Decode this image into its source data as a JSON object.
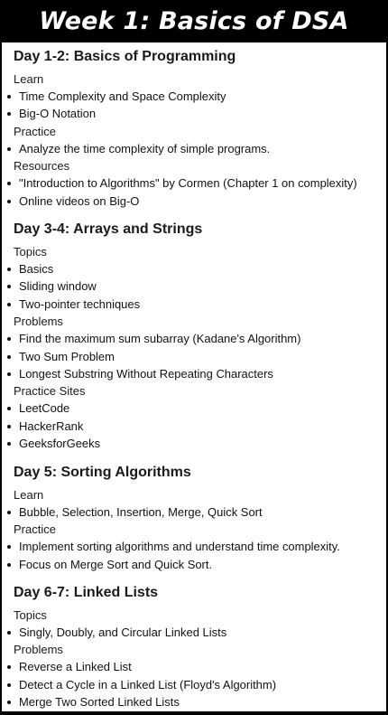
{
  "header": {
    "title": "Week 1: Basics of DSA"
  },
  "sections": [
    {
      "title": "Day 1-2: Basics of Programming",
      "groups": [
        {
          "label": "Learn",
          "items": [
            "Time Complexity and Space Complexity",
            "Big-O Notation"
          ]
        },
        {
          "label": "Practice",
          "items": [
            "Analyze the time complexity of simple programs."
          ]
        },
        {
          "label": "Resources",
          "items": [
            "\"Introduction to Algorithms\" by Cormen (Chapter 1 on complexity)",
            "Online videos on Big-O"
          ]
        }
      ]
    },
    {
      "title": "Day 3-4: Arrays and Strings",
      "groups": [
        {
          "label": "Topics",
          "items": [
            "Basics",
            "Sliding window",
            "Two-pointer techniques"
          ]
        },
        {
          "label": "Problems",
          "items": [
            "Find the maximum sum subarray (Kadane's Algorithm)",
            "Two Sum Problem",
            "Longest Substring Without Repeating Characters"
          ]
        },
        {
          "label": "Practice Sites",
          "items": [
            "LeetCode",
            "HackerRank",
            "GeeksforGeeks"
          ]
        }
      ]
    },
    {
      "title": "Day 5: Sorting Algorithms",
      "groups": [
        {
          "label": "Learn",
          "items": [
            "Bubble, Selection, Insertion, Merge, Quick Sort"
          ]
        },
        {
          "label": "Practice",
          "items": [
            "Implement sorting algorithms and understand time complexity.",
            "Focus on Merge Sort and Quick Sort."
          ]
        }
      ]
    },
    {
      "title": "Day 6-7: Linked Lists",
      "groups": [
        {
          "label": "Topics",
          "items": [
            "Singly, Doubly, and Circular Linked Lists"
          ]
        },
        {
          "label": "Problems",
          "items": [
            "Reverse a Linked List",
            "Detect a Cycle in a Linked List (Floyd's Algorithm)",
            "Merge Two Sorted Linked Lists"
          ]
        }
      ]
    }
  ]
}
